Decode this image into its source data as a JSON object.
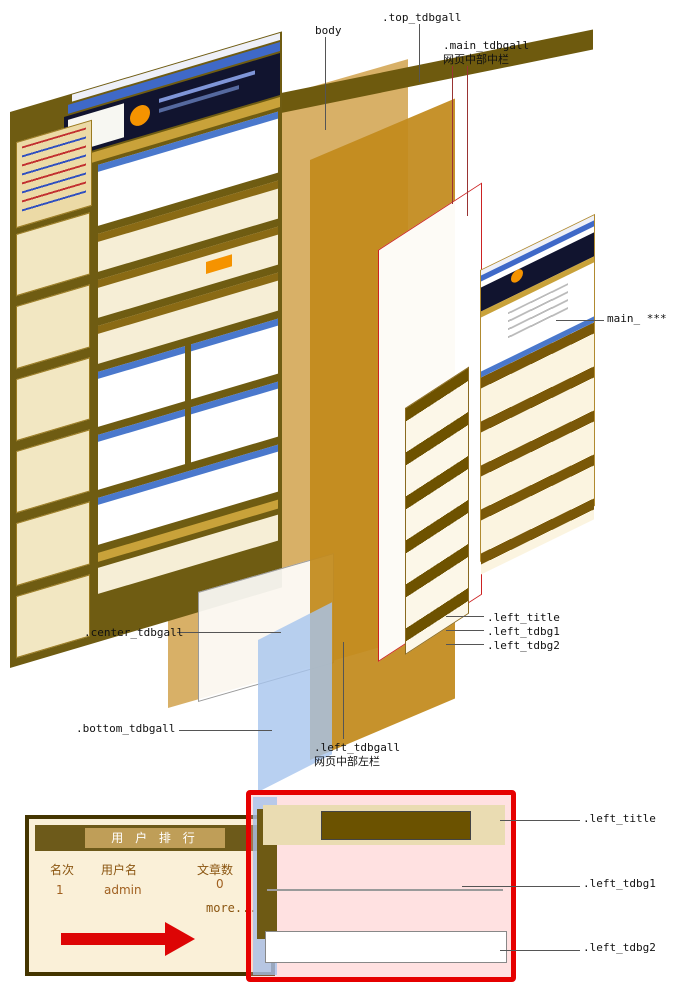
{
  "callouts": {
    "top_tdbgall": ".top_tdbgall",
    "body": "body",
    "main_tdbgall": ".main_tdbgall",
    "main_tdbgall_sub": "网页中部中栏",
    "main_star": "main_ ***",
    "center_tdbgall": ".center_tdbgall",
    "bottom_tdbgall": ".bottom_tdbgall",
    "left_tdbgall": ".left_tdbgall",
    "left_tdbgall_sub": "网页中部左栏",
    "left_group": {
      "left_title": ".left_title",
      "left_tdbg1": ".left_tdbg1",
      "left_tdbg2": ".left_tdbg2"
    },
    "zoom": {
      "left_title": ".left_title",
      "left_tdbg1": ".left_tdbg1",
      "left_tdbg2": ".left_tdbg2"
    }
  },
  "user_rank_panel": {
    "title": "用 户 排 行",
    "col_rank": "名次",
    "col_username": "用户名",
    "col_articles": "文章数",
    "row_rank": "1",
    "row_username": "admin",
    "row_articles": "0",
    "more_label": "more..."
  },
  "colors": {
    "highlight_red": "#e60000",
    "layer_body_tan": "#d09f45",
    "layer_left_gold": "#c28a1c",
    "layer_bottom_blue": "#aac5e8",
    "page_dark_brown": "#6f5c12",
    "panel_cream": "#faf0d8",
    "stripe_brown": "#6e5200"
  }
}
